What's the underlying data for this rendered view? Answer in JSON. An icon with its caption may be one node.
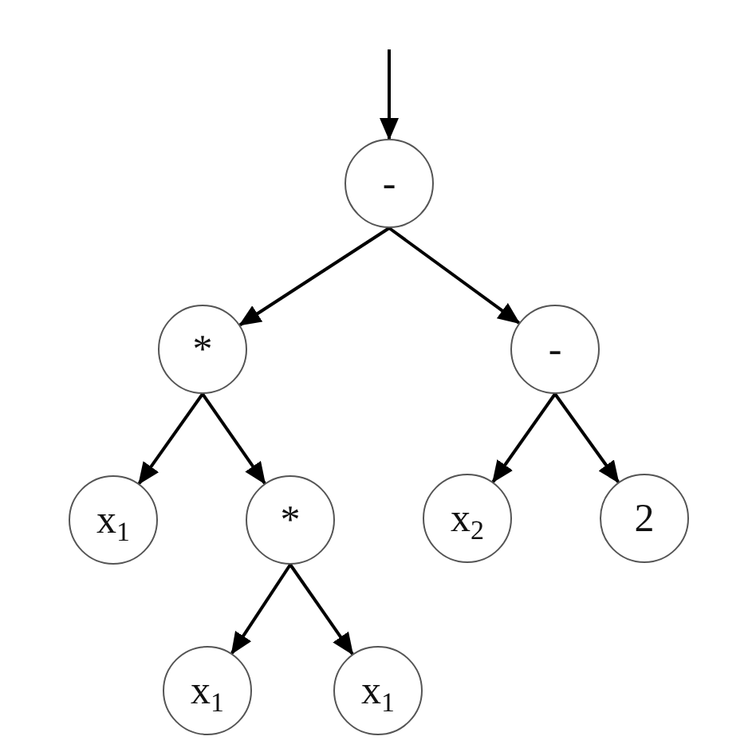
{
  "diagram": {
    "nodes": [
      {
        "text": [
          "-"
        ]
      },
      {
        "text": [
          "*"
        ]
      },
      {
        "text": [
          "-"
        ]
      },
      {
        "text": [
          "x$_{1}$"
        ]
      },
      {
        "text": [
          "*"
        ]
      },
      {
        "text": [
          "x$_{2}$"
        ]
      },
      {
        "text": [
          "2"
        ]
      },
      {
        "text": [
          "x$_{1}$"
        ]
      },
      {
        "text": [
          "x$_{1}$"
        ]
      }
    ],
    "edges": [
      {
        "from": null,
        "to": 0,
        "arrow": "to"
      },
      {
        "from": 0,
        "to": 1,
        "arrow": "to"
      },
      {
        "from": 0,
        "to": 2,
        "arrow": "to"
      },
      {
        "from": 1,
        "to": 3,
        "arrow": "to"
      },
      {
        "from": 1,
        "to": 4,
        "arrow": "to"
      },
      {
        "from": 2,
        "to": 5,
        "arrow": "to"
      },
      {
        "from": 2,
        "to": 6,
        "arrow": "to"
      },
      {
        "from": 4,
        "to": 7,
        "arrow": "to"
      },
      {
        "from": 4,
        "to": 8,
        "arrow": "to"
      }
    ]
  }
}
